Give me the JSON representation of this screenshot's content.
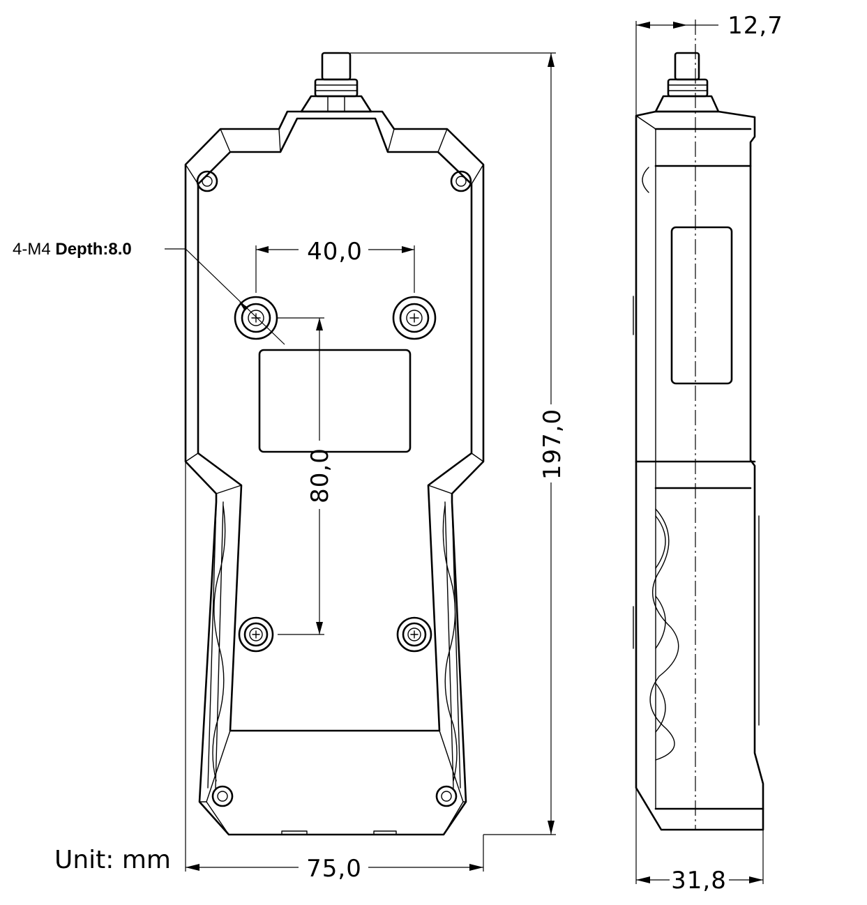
{
  "annotations": {
    "thread_prefix": "4-M4 ",
    "thread_depth": "Depth:8.0",
    "unit": "Unit: mm"
  },
  "dimensions": {
    "hole_spacing_width": "40,0",
    "hole_spacing_height": "80,0",
    "overall_height": "197,0",
    "overall_width": "75,0",
    "connector_offset": "12,7",
    "overall_depth": "31,8"
  }
}
